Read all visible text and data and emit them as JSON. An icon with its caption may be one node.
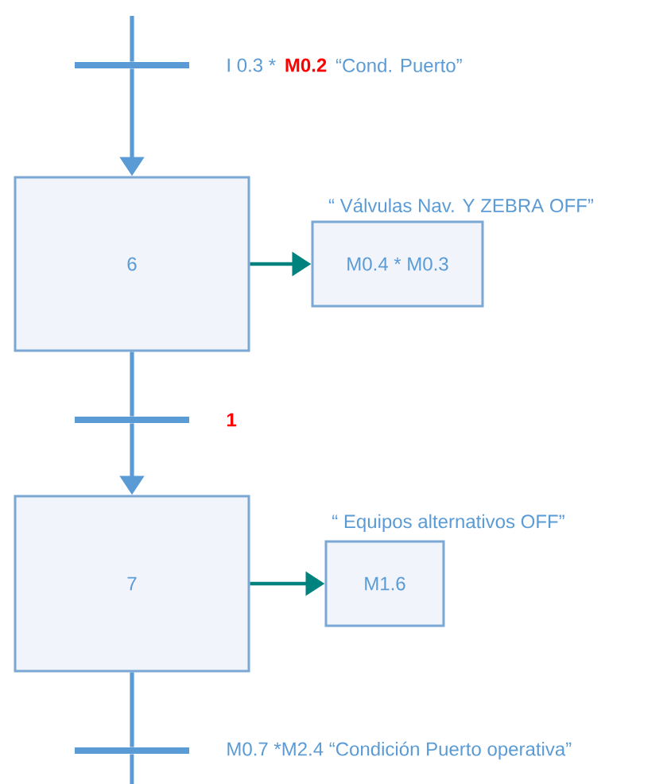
{
  "diagram": {
    "nodes": [
      {
        "text": [],
        "shape": "bar",
        "beside": [
          "I 0.3 *",
          "M0.2",
          "“Cond. Puerto”"
        ]
      },
      {
        "text": [
          "6"
        ]
      },
      {
        "text": [
          "“ Válvulas Nav. Y ZEBRA OFF”",
          "M0.4 * M0.3"
        ]
      },
      {
        "text": [],
        "shape": "bar",
        "beside": [
          "1"
        ]
      },
      {
        "text": [
          "7"
        ]
      },
      {
        "text": [
          "“ Equipos alternativos OFF”",
          "M1.6"
        ]
      },
      {
        "text": [],
        "shape": "bar",
        "beside": [
          "M0.7 *M2.4 “Condición Puerto operativa”"
        ]
      }
    ],
    "edges": [
      {
        "from": null,
        "to": 0,
        "arrow": "none"
      },
      {
        "from": 0,
        "to": 1,
        "arrow": "to"
      },
      {
        "from": 1,
        "to": 2,
        "arrow": "to",
        "color": "#00827f"
      },
      {
        "from": 1,
        "to": 3,
        "arrow": "none"
      },
      {
        "from": 3,
        "to": 4,
        "arrow": "to"
      },
      {
        "from": 4,
        "to": 5,
        "arrow": "to",
        "color": "#00827f"
      },
      {
        "from": 4,
        "to": 6,
        "arrow": "none"
      },
      {
        "from": 6,
        "to": null,
        "arrow": "none"
      }
    ]
  }
}
